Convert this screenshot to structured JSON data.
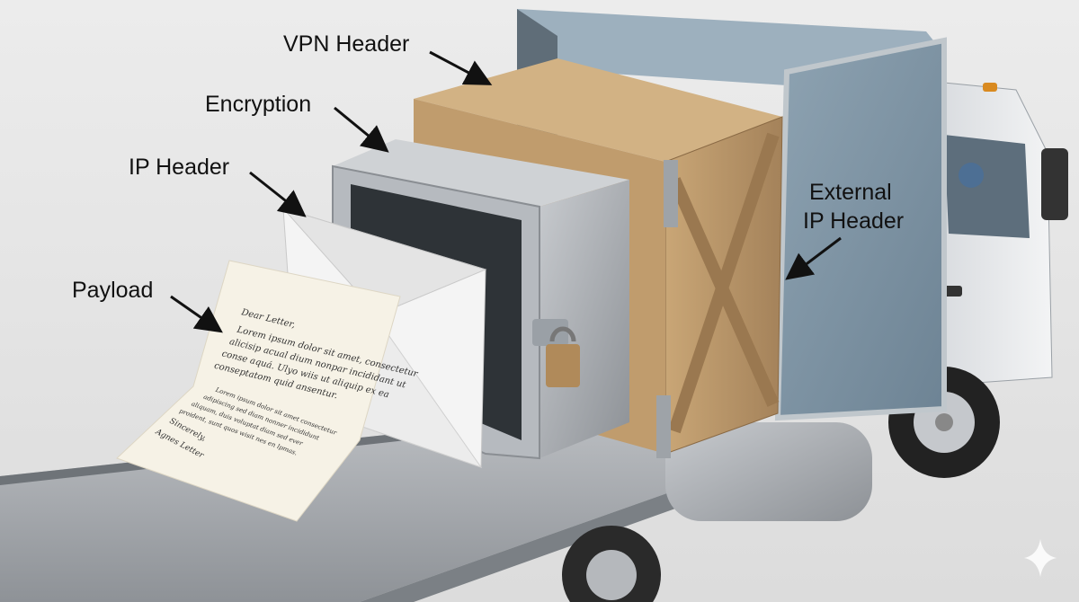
{
  "labels": {
    "vpn_header": "VPN Header",
    "encryption": "Encryption",
    "ip_header": "IP Header",
    "payload": "Payload",
    "external_ip_header_line1": "External",
    "external_ip_header_line2": "IP Header"
  },
  "letter": {
    "greeting": "Dear Letter,",
    "lines": [
      "Lorem ipsum dolor sit amet, consectetur",
      "alicisip acual dium nonpar incididant ut",
      "conse aquá. Ulyo wiis ut aliquip ex ea",
      "conseptatom quid ansentur."
    ],
    "small_lines": [
      "Lorem ipsum dolor sit amet consectetur",
      "adipiscing sed diam nonner incididunt",
      "aliquam, duis voluptat diam sed ever",
      "proident, sunt quos wisit nes en lpmas."
    ],
    "closing": "Sincerely,",
    "signature": "Agnes Letter"
  },
  "colors": {
    "background": "#e6e6e6",
    "container_panel": "#7d93a3",
    "crate_wood": "#b89468",
    "safe_metal": "#a9adb2",
    "letter_paper": "#f6f2e6"
  }
}
